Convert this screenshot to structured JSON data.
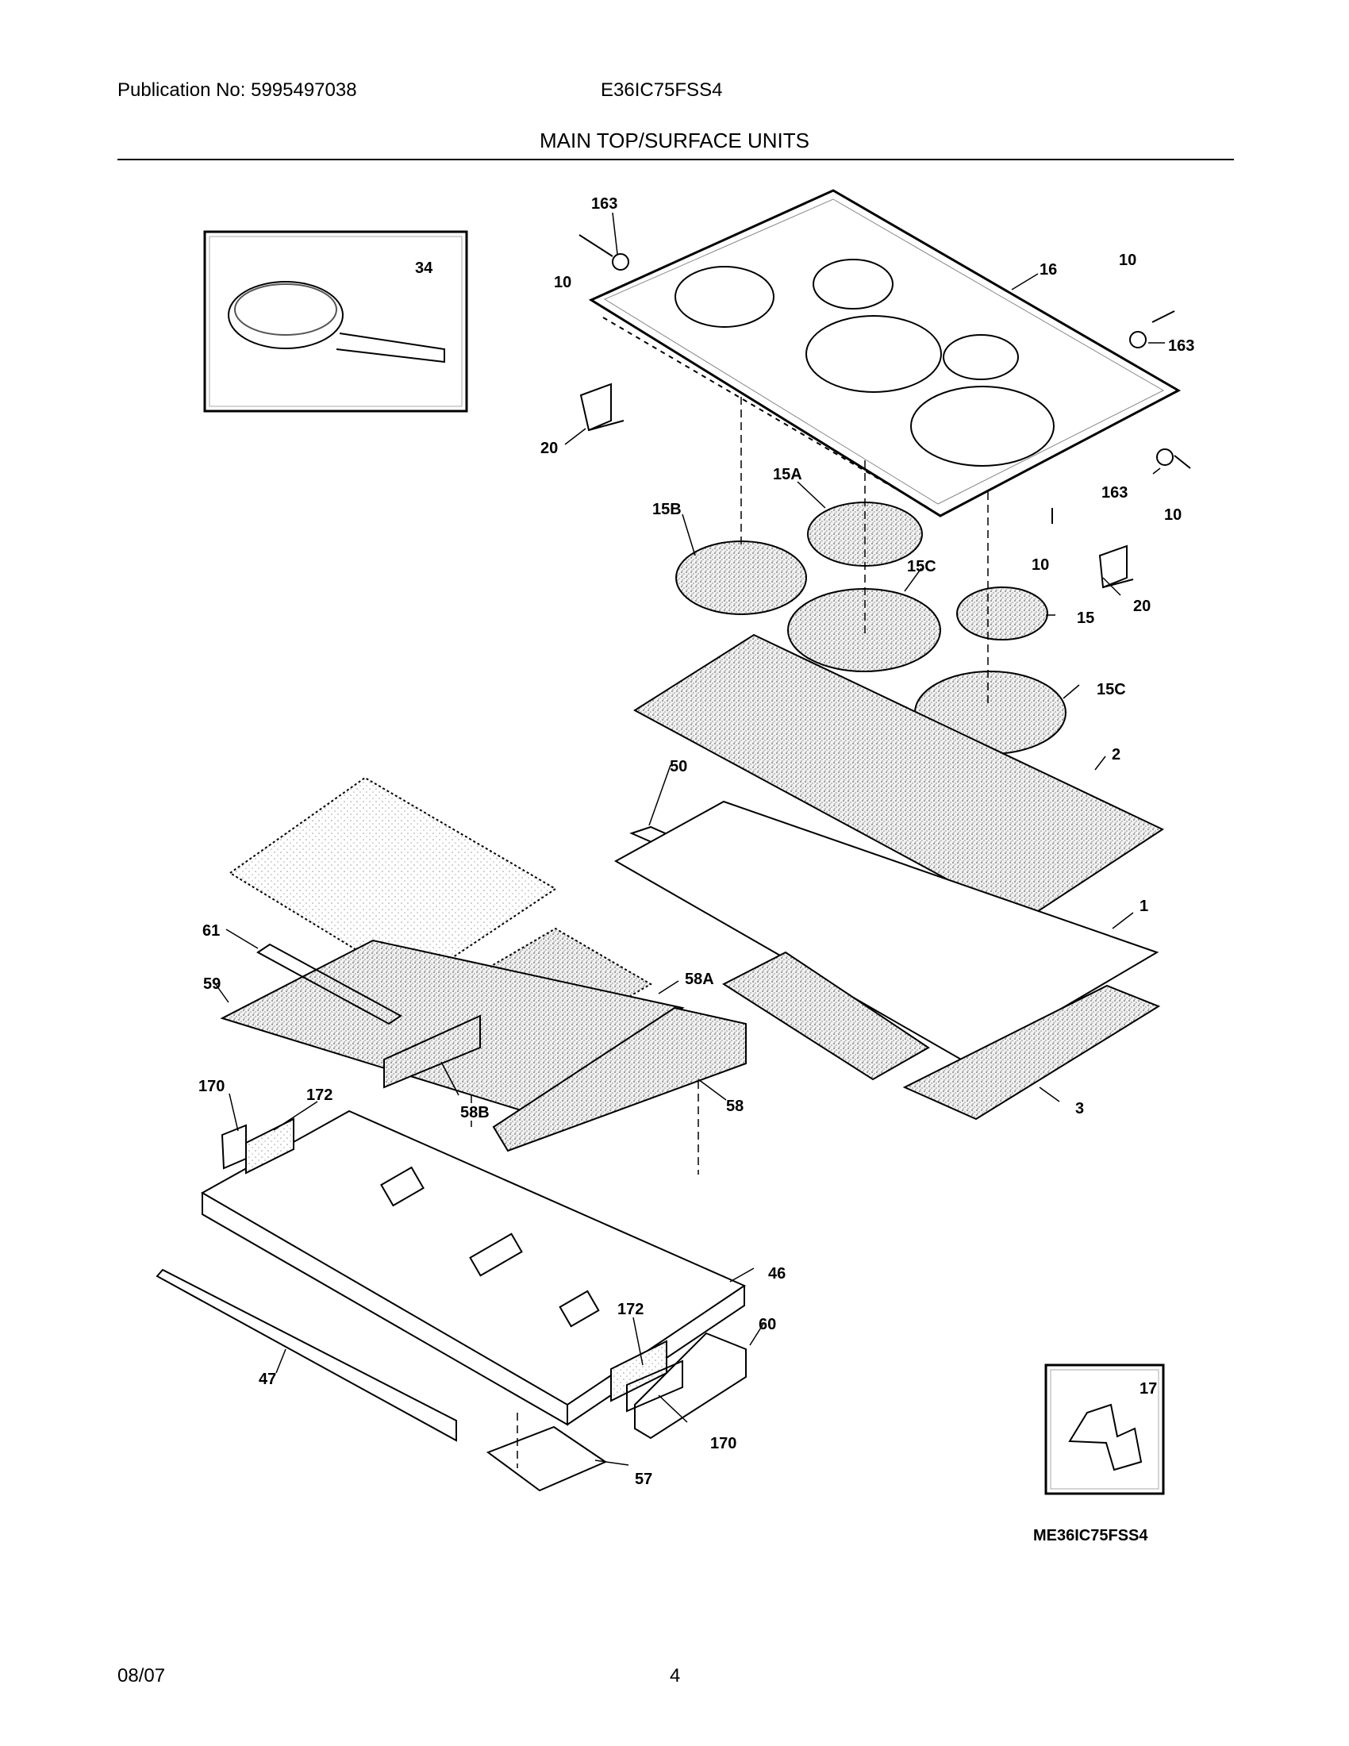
{
  "header": {
    "publication": "Publication No: 5995497038",
    "model": "E36IC75FSS4",
    "title": "MAIN TOP/SURFACE UNITS"
  },
  "diagram": {
    "code": "ME36IC75FSS4",
    "part_labels": {
      "p34": "34",
      "p163a": "163",
      "p10a": "10",
      "p16": "16",
      "p10b": "10",
      "p163b": "163",
      "p20a": "20",
      "p15A": "15A",
      "p15B": "15B",
      "p163c": "163",
      "p10c": "10",
      "p10d": "10",
      "p15Ca": "15C",
      "p20b": "20",
      "p15": "15",
      "p15Cb": "15C",
      "p50": "50",
      "p2": "2",
      "p61": "61",
      "p59": "59",
      "p58A": "58A",
      "p1": "1",
      "p170a": "170",
      "p172a": "172",
      "p58B": "58B",
      "p58": "58",
      "p3": "3",
      "p46": "46",
      "p172b": "172",
      "p60": "60",
      "p47": "47",
      "p170b": "170",
      "p57": "57",
      "p17": "17"
    }
  },
  "footer": {
    "date": "08/07",
    "page": "4"
  }
}
